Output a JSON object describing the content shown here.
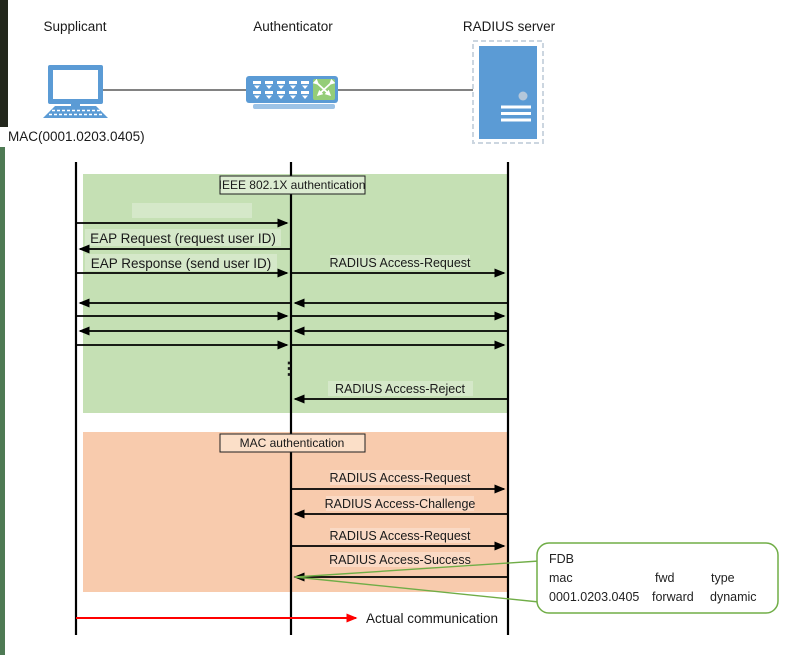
{
  "topology": {
    "supplicant_label": "Supplicant",
    "authenticator_label": "Authenticator",
    "radius_server_label": "RADIUS server",
    "supplicant_mac": "MAC(0001.0203.0405)"
  },
  "sequence": {
    "ieee_section_title": "IEEE 802.1X authentication",
    "mac_section_title": "MAC authentication",
    "eap_request": "EAP Request (request user ID)",
    "eap_response": "EAP Response (send user ID)",
    "radius_access_request": "RADIUS Access-Request",
    "radius_access_reject": "RADIUS Access-Reject",
    "radius_access_challenge": "RADIUS Access-Challenge",
    "radius_access_success": "RADIUS Access-Success",
    "ellipsis": "⋮",
    "actual_communication": "Actual communication"
  },
  "fdb_callout": {
    "title": "FDB",
    "columns": {
      "mac": "mac",
      "fwd": "fwd",
      "type": "type"
    },
    "row": {
      "mac": "0001.0203.0405",
      "fwd": "forward",
      "type": "dynamic"
    }
  },
  "colors": {
    "ieee_section_bg": "#c5e0b4",
    "mac_section_bg": "#f8cbad",
    "device_blue": "#5b9bd5",
    "callout_green": "#70ad47",
    "actual_comm_red": "#ff0000"
  }
}
